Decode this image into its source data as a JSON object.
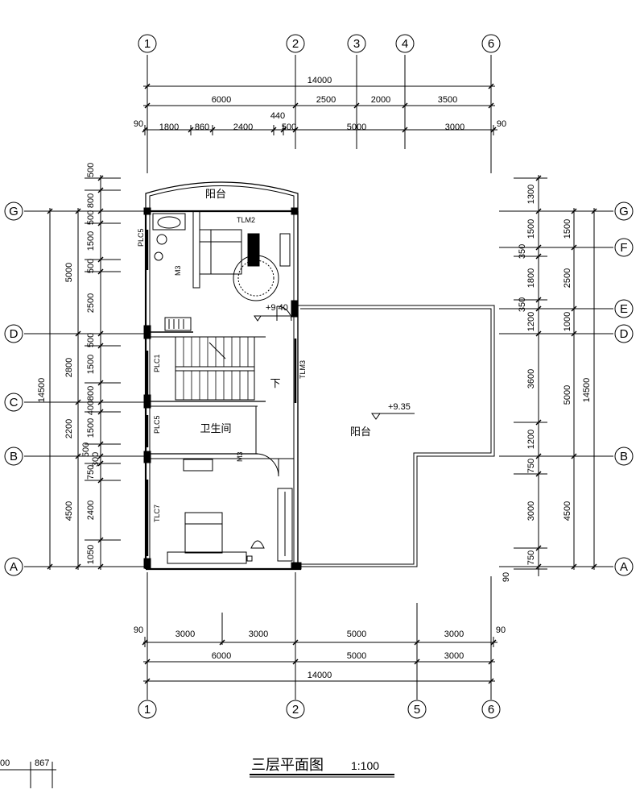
{
  "axes": {
    "cols_top": [
      "1",
      "2",
      "3",
      "4",
      "6"
    ],
    "cols_bottom": [
      "1",
      "2",
      "5",
      "6"
    ],
    "rows_left": [
      "G",
      "D",
      "C",
      "B",
      "A"
    ],
    "rows_right": [
      "G",
      "F",
      "E",
      "D",
      "B",
      "A"
    ]
  },
  "top_dims": {
    "overall": "14000",
    "row2": [
      "6000",
      "2500",
      "2000",
      "3500"
    ],
    "row3": [
      "90",
      "1800",
      "860",
      "2400",
      "440",
      "500",
      "5000",
      "3000",
      "90"
    ]
  },
  "bottom_dims": {
    "row1": [
      "90",
      "3000",
      "3000",
      "5000",
      "3000",
      "90"
    ],
    "row2": [
      "6000",
      "5000",
      "3000"
    ],
    "overall": "14000"
  },
  "left_dims": {
    "inner": [
      "500",
      "800",
      "500",
      "1500",
      "500",
      "2500",
      "500",
      "1500",
      "800",
      "400",
      "1500",
      "500",
      "300",
      "750",
      "2400",
      "1050"
    ],
    "axis": [
      "5000",
      "2800",
      "2200",
      "4500"
    ],
    "overall": "14500"
  },
  "right_dims": {
    "inner": [
      "1300",
      "1500",
      "350",
      "1800",
      "350",
      "1200",
      "3600",
      "1200",
      "750",
      "3000",
      "750",
      "90"
    ],
    "axis": [
      "1500",
      "2500",
      "1000",
      "5000",
      "4500"
    ],
    "overall": "14500"
  },
  "rooms": {
    "balcony_top": "阳台",
    "balcony_right": "阳台",
    "bathroom": "卫生间",
    "stair_down": "下"
  },
  "levels": {
    "level_940": "+9.40",
    "level_935": "+9.35"
  },
  "tags": {
    "tlm2": "TLM2",
    "tlm3": "TLM3",
    "m3_upper": "M3",
    "m3_lower": "M3",
    "plc5_upper": "PLC5",
    "plc1": "PLC1",
    "plc5_lower": "PLC5",
    "tlc7": "TLC7"
  },
  "title": {
    "text": "三层平面图",
    "scale": "1:100"
  },
  "corner": {
    "left": "00",
    "right": "867"
  }
}
